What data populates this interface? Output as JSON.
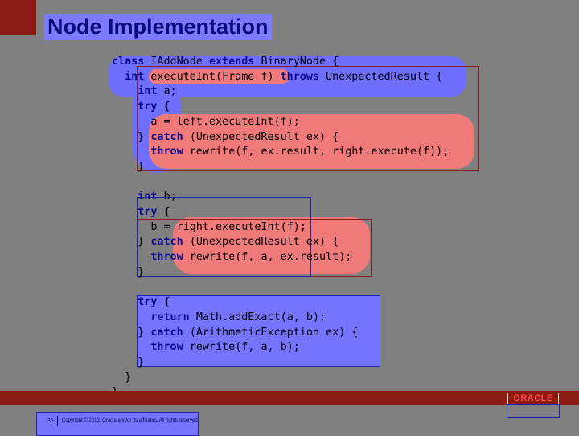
{
  "slide": {
    "title": "Node Implementation",
    "page_number": "35",
    "copyright": "Copyright © 2013, Oracle and/or its affiliates. All rights reserved.",
    "logo_text": "ORACLE"
  },
  "code": {
    "lines": [
      "class IAddNode extends BinaryNode {",
      "  int executeInt(Frame f) throws UnexpectedResult {",
      "    int a;",
      "    try {",
      "      a = left.executeInt(f);",
      "    } catch (UnexpectedResult ex) {",
      "      throw rewrite(f, ex.result, right.execute(f));",
      "    }",
      "",
      "    int b;",
      "    try {",
      "      b = right.executeInt(f);",
      "    } catch (UnexpectedResult ex) {",
      "      throw rewrite(f, a, ex.result);",
      "    }",
      "",
      "    try {",
      "      return Math.addExact(a, b);",
      "    } catch (ArithmeticException ex) {",
      "      throw rewrite(f, a, b);",
      "    }",
      "  }",
      "}"
    ]
  },
  "colors": {
    "background": "#808080",
    "brand_red": "#8a1a12",
    "highlight_blue": "#6f6fff",
    "highlight_red": "#f07a7a",
    "title_text": "#0c0c7a"
  }
}
